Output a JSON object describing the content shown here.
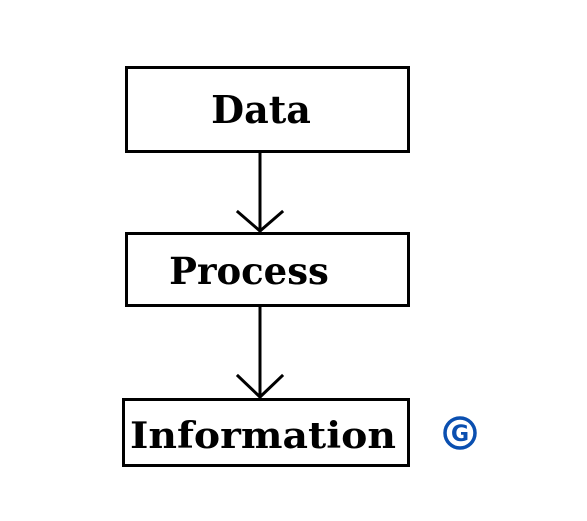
{
  "diagram": {
    "nodes": [
      {
        "id": "data",
        "label": "Data"
      },
      {
        "id": "process",
        "label": "Process"
      },
      {
        "id": "information",
        "label": "Information"
      }
    ],
    "edges": [
      {
        "from": "data",
        "to": "process"
      },
      {
        "from": "process",
        "to": "information"
      }
    ]
  },
  "logo": {
    "letter": "G",
    "color": "#0a4fb0"
  },
  "colors": {
    "background": "#ffffff",
    "stroke": "#000000",
    "text": "#000000"
  }
}
